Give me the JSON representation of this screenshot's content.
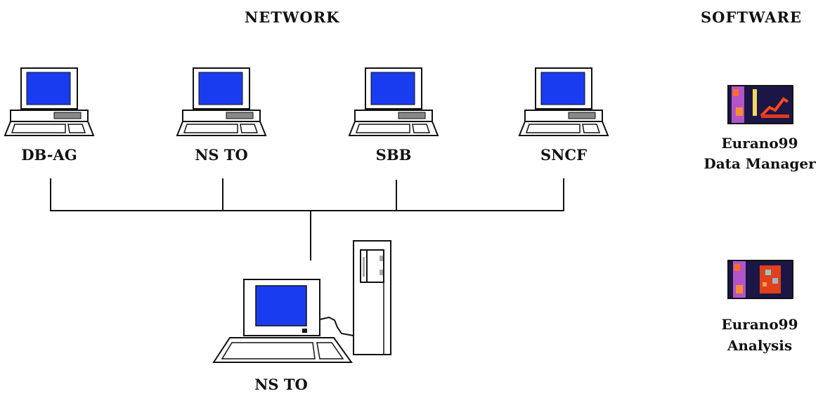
{
  "headers": {
    "network": "NETWORK",
    "software": "SOFTWARE"
  },
  "network": {
    "clients": [
      {
        "label": "DB-AG"
      },
      {
        "label": "NS TO"
      },
      {
        "label": "SBB"
      },
      {
        "label": "SNCF"
      }
    ],
    "server": {
      "label": "NS TO"
    }
  },
  "software": [
    {
      "line1": "Eurano99",
      "line2": "Data Manager"
    },
    {
      "line1": "Eurano99",
      "line2": "Analysis"
    }
  ],
  "colors": {
    "screen": "#1a3cf0",
    "outline": "#111111"
  }
}
